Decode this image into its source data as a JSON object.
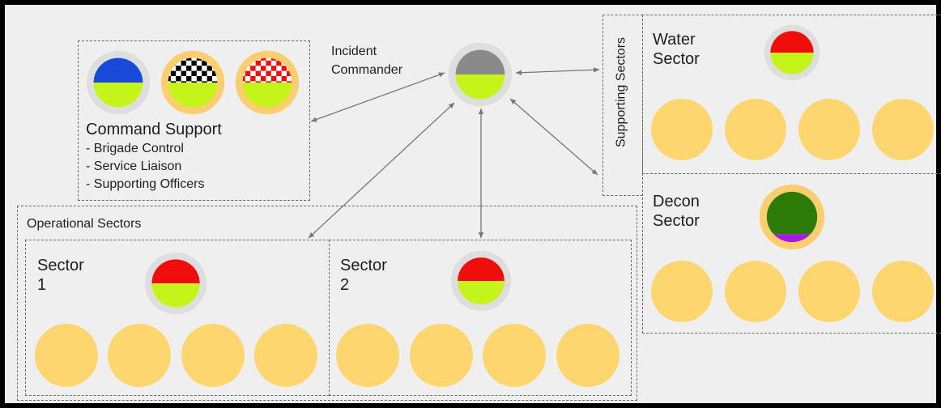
{
  "colors": {
    "frame": "#000000",
    "background": "#efefef",
    "person": "#fdd66f",
    "helmet_ring_grey": "#dedede",
    "helmet_ring_gold": "#fbcf6f",
    "helmet_lower": "#c4f41a",
    "blue": "#1849d8",
    "grey": "#8a8a8a",
    "red": "#f20d0d",
    "green": "#2c7a08",
    "purple": "#a31ce0",
    "arrow": "#777777"
  },
  "incident_commander": {
    "title": "Incident\nCommander",
    "helmet": {
      "icon": "grey-helmet-icon",
      "top": "grey"
    }
  },
  "command_support": {
    "title": "Command Support",
    "items": [
      "- Brigade Control",
      "- Service Liaison",
      "- Supporting Officers"
    ],
    "helmets": [
      {
        "icon": "blue-helmet-icon",
        "top": "blue",
        "pattern": "solid",
        "ring": "grey"
      },
      {
        "icon": "black-checkered-helmet-icon",
        "top": "black-check",
        "pattern": "check",
        "ring": "gold"
      },
      {
        "icon": "red-checkered-helmet-icon",
        "top": "red-check",
        "pattern": "check",
        "ring": "gold"
      }
    ]
  },
  "operational_sectors": {
    "title": "Operational Sectors",
    "sectors": [
      {
        "title": "Sector\n1",
        "helmet": {
          "icon": "red-helmet-icon",
          "top": "red"
        },
        "crew_count": 4
      },
      {
        "title": "Sector\n2",
        "helmet": {
          "icon": "red-helmet-icon",
          "top": "red"
        },
        "crew_count": 4
      }
    ]
  },
  "supporting_sectors": {
    "title": "Supporting Sectors",
    "sectors": [
      {
        "title": "Water\nSector",
        "helmet": {
          "icon": "red-helmet-icon",
          "top": "red"
        },
        "crew_count": 4
      },
      {
        "title": "Decon\nSector",
        "helmet": {
          "icon": "green-purple-helmet-icon",
          "top": "green",
          "band": "purple",
          "ring": "gold"
        },
        "crew_count": 4
      }
    ]
  }
}
